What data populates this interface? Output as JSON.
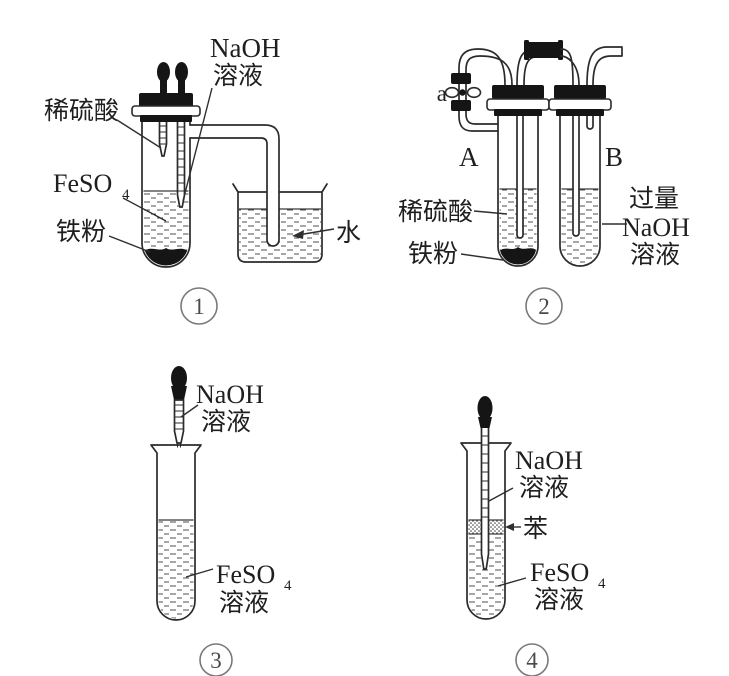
{
  "figure": {
    "background": "#ffffff",
    "ink_color": "#2b2b2b",
    "description_labels_language": "zh-CN"
  },
  "apparatus1": {
    "number": "1",
    "labels": {
      "naoh_line1": "NaOH",
      "naoh_line2": "溶液",
      "dilute_sulfuric_acid": "稀硫酸",
      "feso4_base": "FeSO",
      "feso4_sub": "4",
      "iron_powder": "铁粉",
      "water": "水"
    }
  },
  "apparatus2": {
    "number": "2",
    "labels": {
      "clamp": "a",
      "tube_a": "A",
      "tube_b": "B",
      "dilute_sulfuric_acid": "稀硫酸",
      "iron_powder": "铁粉",
      "excess_line1": "过量",
      "excess_line2": "NaOH",
      "excess_line3": "溶液"
    }
  },
  "apparatus3": {
    "number": "3",
    "labels": {
      "naoh_line1": "NaOH",
      "naoh_line2": "溶液",
      "feso4_base": "FeSO",
      "feso4_sub": "4",
      "feso4_line2": "溶液"
    }
  },
  "apparatus4": {
    "number": "4",
    "labels": {
      "naoh_line1": "NaOH",
      "naoh_line2": "溶液",
      "benzene": "苯",
      "feso4_base": "FeSO",
      "feso4_sub": "4",
      "feso4_line2": "溶液"
    }
  }
}
